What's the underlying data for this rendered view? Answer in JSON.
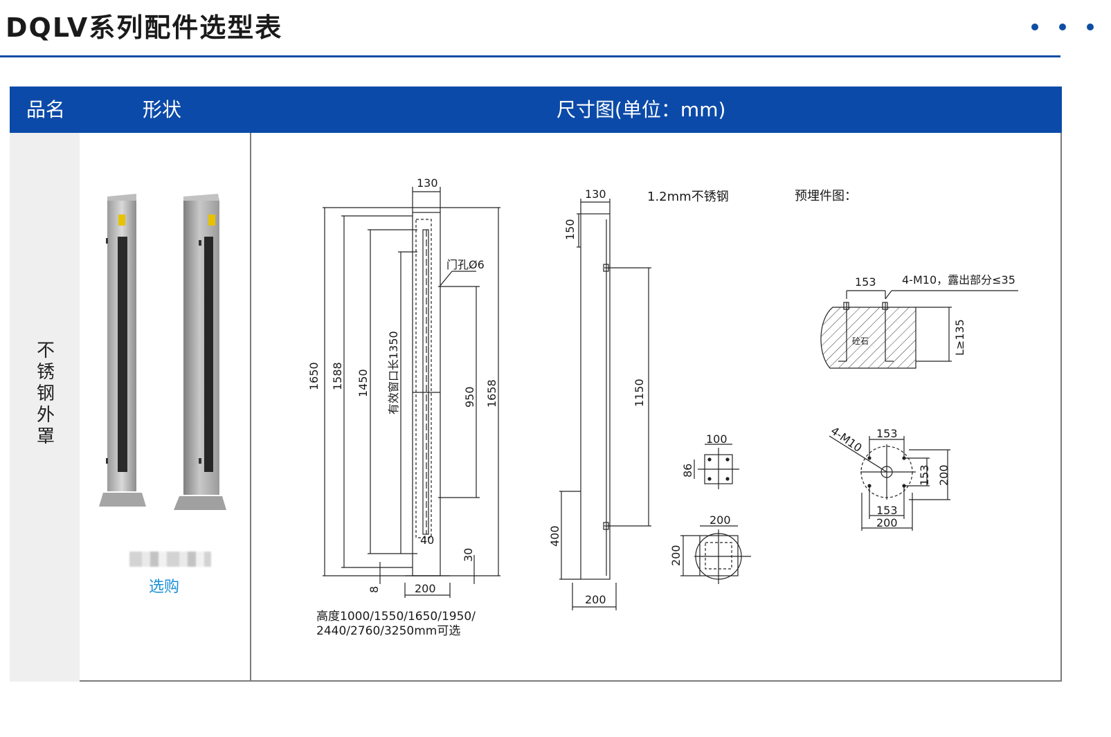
{
  "header": {
    "title": "DQLV系列配件选型表"
  },
  "colors": {
    "brand_blue": "#0b4aa8",
    "link_blue": "#1a8fd6",
    "name_bg": "#efefef"
  },
  "table": {
    "columns": [
      "品名",
      "形状",
      "尺寸图(单位：mm)"
    ],
    "row": {
      "product_name": "不锈钢外罩",
      "buy_label": "选购"
    }
  },
  "drawing_front": {
    "top_width": "130",
    "heights": [
      "1650",
      "1588",
      "1450"
    ],
    "window_label": "有效窗口长1350",
    "door_hole": "门孔Ø6",
    "mid": "950",
    "right_height": "1658",
    "inner": "40",
    "bottom_gap": "30",
    "base_offset": "8",
    "base_width": "200",
    "note_line1": "高度1000/1550/1650/1950/",
    "note_line2": "2440/2760/3250mm可选"
  },
  "drawing_side": {
    "top_width": "130",
    "top_height": "150",
    "material": "1.2mm不锈钢",
    "mid_height": "1150",
    "bottom_height": "400",
    "base_width": "200"
  },
  "drawing_plates": {
    "small_width": "100",
    "small_height": "86",
    "large_width": "200",
    "large_height": "200"
  },
  "drawing_embed": {
    "title": "预埋件图：",
    "bolt_spacing": "153",
    "bolt_spec": "4-M10，露出部分≤35",
    "concrete": "砼石",
    "depth": "L≥135",
    "plate_bolts": "4-M10",
    "plate_top": "153",
    "plate_right_inner": "153",
    "plate_right_outer": "200",
    "plate_bottom_inner": "153",
    "plate_bottom_outer": "200"
  }
}
